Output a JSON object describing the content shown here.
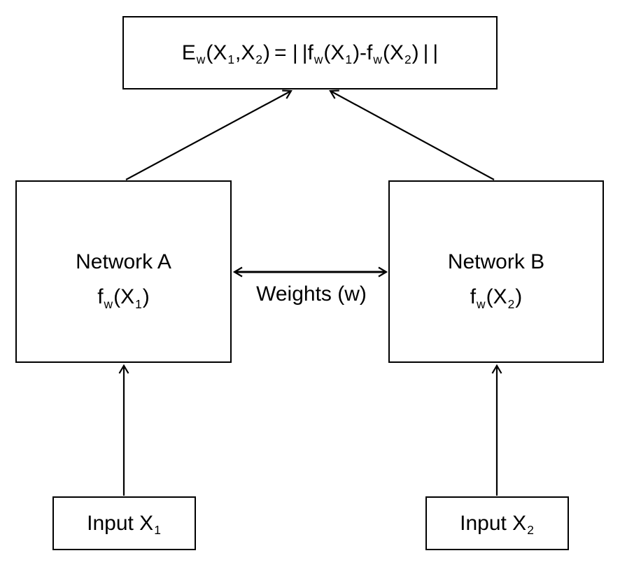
{
  "colors": {
    "line": "#000000",
    "background": "#ffffff"
  },
  "energy_box": {
    "formula_parts": [
      "E",
      "w",
      "(X",
      "1",
      ",X",
      "2",
      ") = | |f",
      "w",
      "(X",
      "1",
      ")-f",
      "w",
      "(X",
      "2",
      ") | |"
    ]
  },
  "network_a": {
    "title": "Network A",
    "fn_parts": [
      "f",
      "w",
      "(X",
      "1",
      ")"
    ]
  },
  "network_b": {
    "title": "Network B",
    "fn_parts": [
      "f",
      "w",
      "(X",
      "2",
      ")"
    ]
  },
  "weights": {
    "label": "Weights (w)"
  },
  "input_1": {
    "parts": [
      "Input X",
      "1"
    ]
  },
  "input_2": {
    "parts": [
      "Input X",
      "2"
    ]
  }
}
